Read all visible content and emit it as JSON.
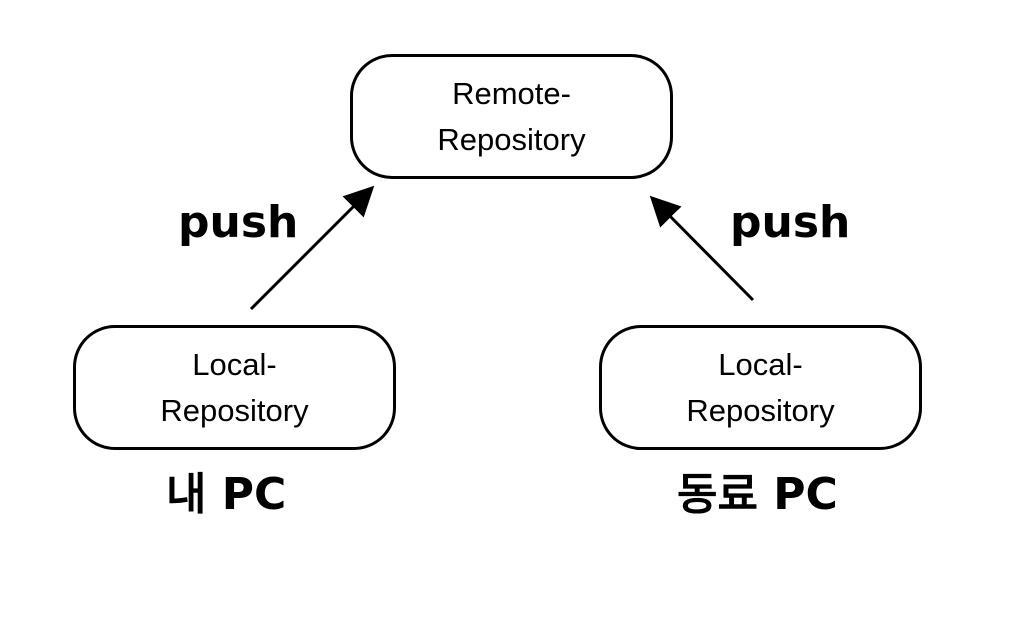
{
  "nodes": {
    "remote": {
      "line1": "Remote-",
      "line2": "Repository"
    },
    "local_mine": {
      "line1": "Local-",
      "line2": "Repository"
    },
    "local_colleague": {
      "line1": "Local-",
      "line2": "Repository"
    }
  },
  "edges": [
    {
      "from": "local_mine",
      "to": "remote",
      "label": "push"
    },
    {
      "from": "local_colleague",
      "to": "remote",
      "label": "push"
    }
  ],
  "captions": {
    "mine": "내 PC",
    "colleague": "동료 PC"
  },
  "colors": {
    "stroke": "#000000",
    "background": "#ffffff"
  }
}
